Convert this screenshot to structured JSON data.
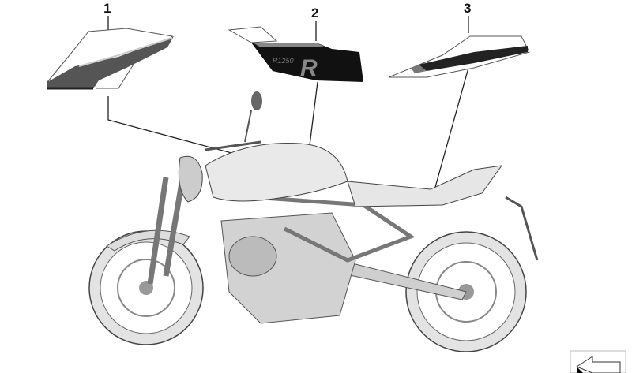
{
  "diagram": {
    "callouts": [
      {
        "number": "1",
        "part": "decal-tank-side"
      },
      {
        "number": "2",
        "part": "decal-tank-front"
      },
      {
        "number": "3",
        "part": "decal-tail"
      }
    ],
    "decal_lettering": "R1250 R",
    "nav_icon": "back-arrow-icon",
    "colors": {
      "decal_dark": "#111111",
      "decal_grey": "#6b6b6b",
      "line": "#222222",
      "body": "#e6e6e6"
    }
  }
}
